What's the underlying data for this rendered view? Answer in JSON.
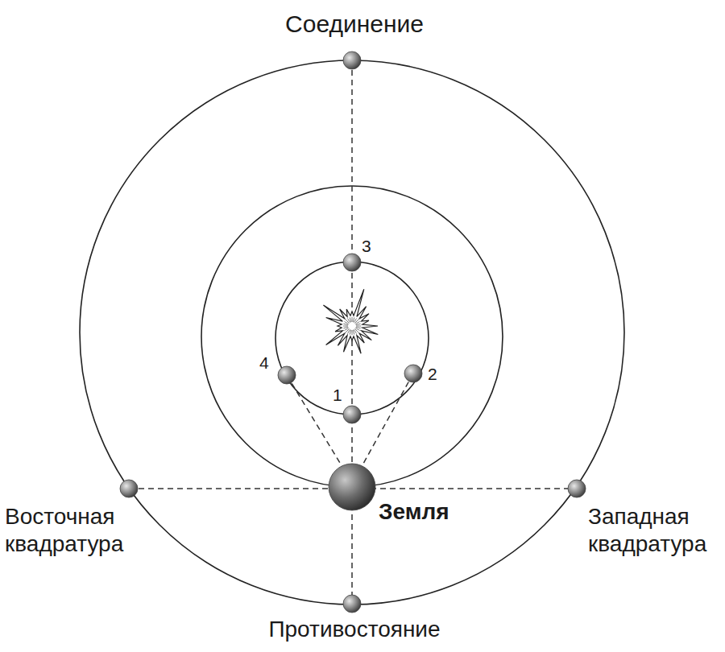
{
  "diagram": {
    "labels": [
      "Соединение",
      "3",
      "4",
      "2",
      "1",
      "Восточная квадратура",
      "Земля",
      "Западная квадратура",
      "Противостояние"
    ]
  }
}
